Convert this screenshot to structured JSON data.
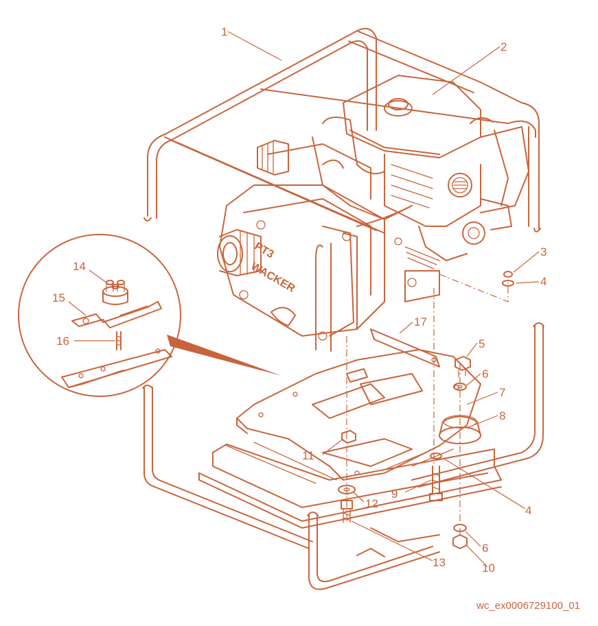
{
  "colors": {
    "line": "#c8643c",
    "text": "#c8643c",
    "background": "#ffffff",
    "doc_id_text": "#c8643c"
  },
  "callouts": [
    {
      "id": "c1",
      "label": "1"
    },
    {
      "id": "c2",
      "label": "2"
    },
    {
      "id": "c3",
      "label": "3"
    },
    {
      "id": "c4a",
      "label": "4"
    },
    {
      "id": "c5",
      "label": "5"
    },
    {
      "id": "c6a",
      "label": "6"
    },
    {
      "id": "c7",
      "label": "7"
    },
    {
      "id": "c8",
      "label": "8"
    },
    {
      "id": "c4b",
      "label": "4"
    },
    {
      "id": "c9",
      "label": "9"
    },
    {
      "id": "c11",
      "label": "11"
    },
    {
      "id": "c12",
      "label": "12"
    },
    {
      "id": "c13",
      "label": "13"
    },
    {
      "id": "c6b",
      "label": "6"
    },
    {
      "id": "c10",
      "label": "10"
    },
    {
      "id": "c14",
      "label": "14"
    },
    {
      "id": "c15",
      "label": "15"
    },
    {
      "id": "c16",
      "label": "16"
    },
    {
      "id": "c17",
      "label": "17"
    }
  ],
  "pump_markings": {
    "model": "PT3",
    "brand": "WACKER"
  },
  "document_id": "wc_ex0006729100_01"
}
